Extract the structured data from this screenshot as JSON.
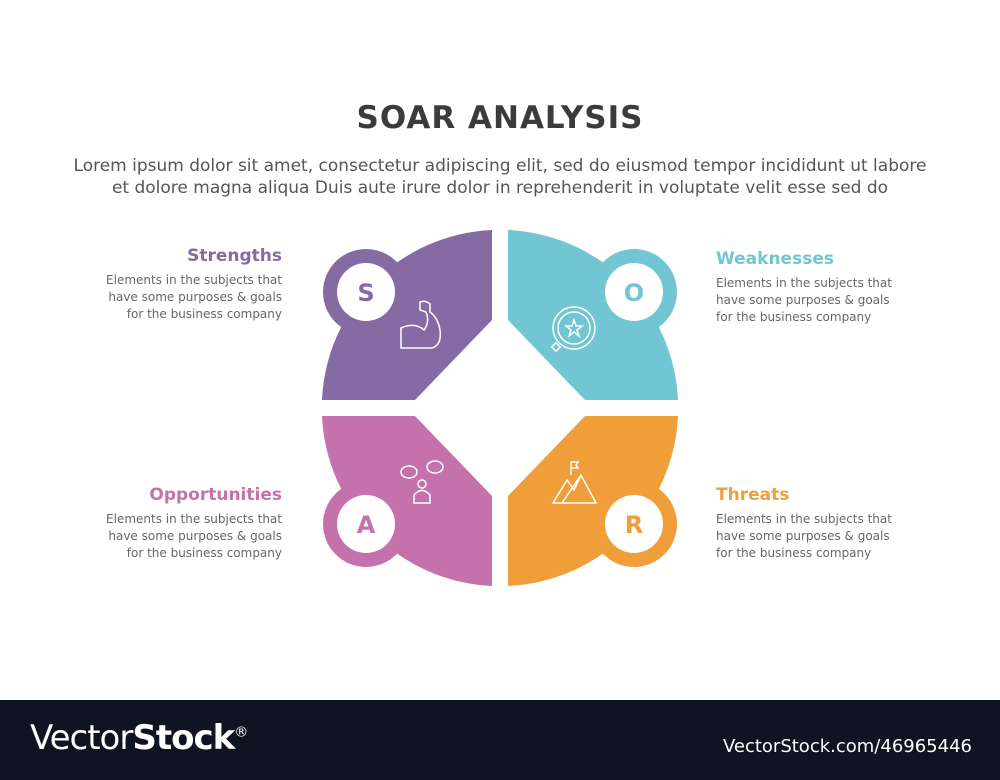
{
  "title": "SOAR ANALYSIS",
  "subtitle_line1": "Lorem ipsum dolor sit amet, consectetur adipiscing elit, sed do eiusmod tempor incididunt ut labore",
  "subtitle_line2": "et dolore magna aliqua Duis aute irure dolor in reprehenderit in voluptate velit esse sed do",
  "quadrants": [
    {
      "letter": "S",
      "heading": "Strengths",
      "color": "#866aa4",
      "icon": "flexed-arm-icon",
      "desc": [
        "Elements in the subjects that",
        "have  some purposes & goals",
        "for the  business company"
      ]
    },
    {
      "letter": "O",
      "heading": "Weaknesses",
      "color": "#72c5d3",
      "icon": "magnifier-star-icon",
      "desc": [
        "Elements in the subjects that",
        "have  some purposes & goals",
        "for the  business company"
      ]
    },
    {
      "letter": "A",
      "heading": "Opportunities",
      "color": "#c571ab",
      "icon": "chat-person-icon",
      "desc": [
        "Elements in the subjects that",
        "have  some purposes & goals",
        "for the  business company"
      ]
    },
    {
      "letter": "R",
      "heading": "Threats",
      "color": "#f09e3a",
      "icon": "mountain-flag-icon",
      "desc": [
        "Elements in the subjects that",
        "have  some purposes & goals",
        "for the  business company"
      ]
    }
  ],
  "footer": {
    "logo_a": "Vector",
    "logo_b": "Stock",
    "logo_reg": "®",
    "id": "VectorStock.com/46965446"
  }
}
